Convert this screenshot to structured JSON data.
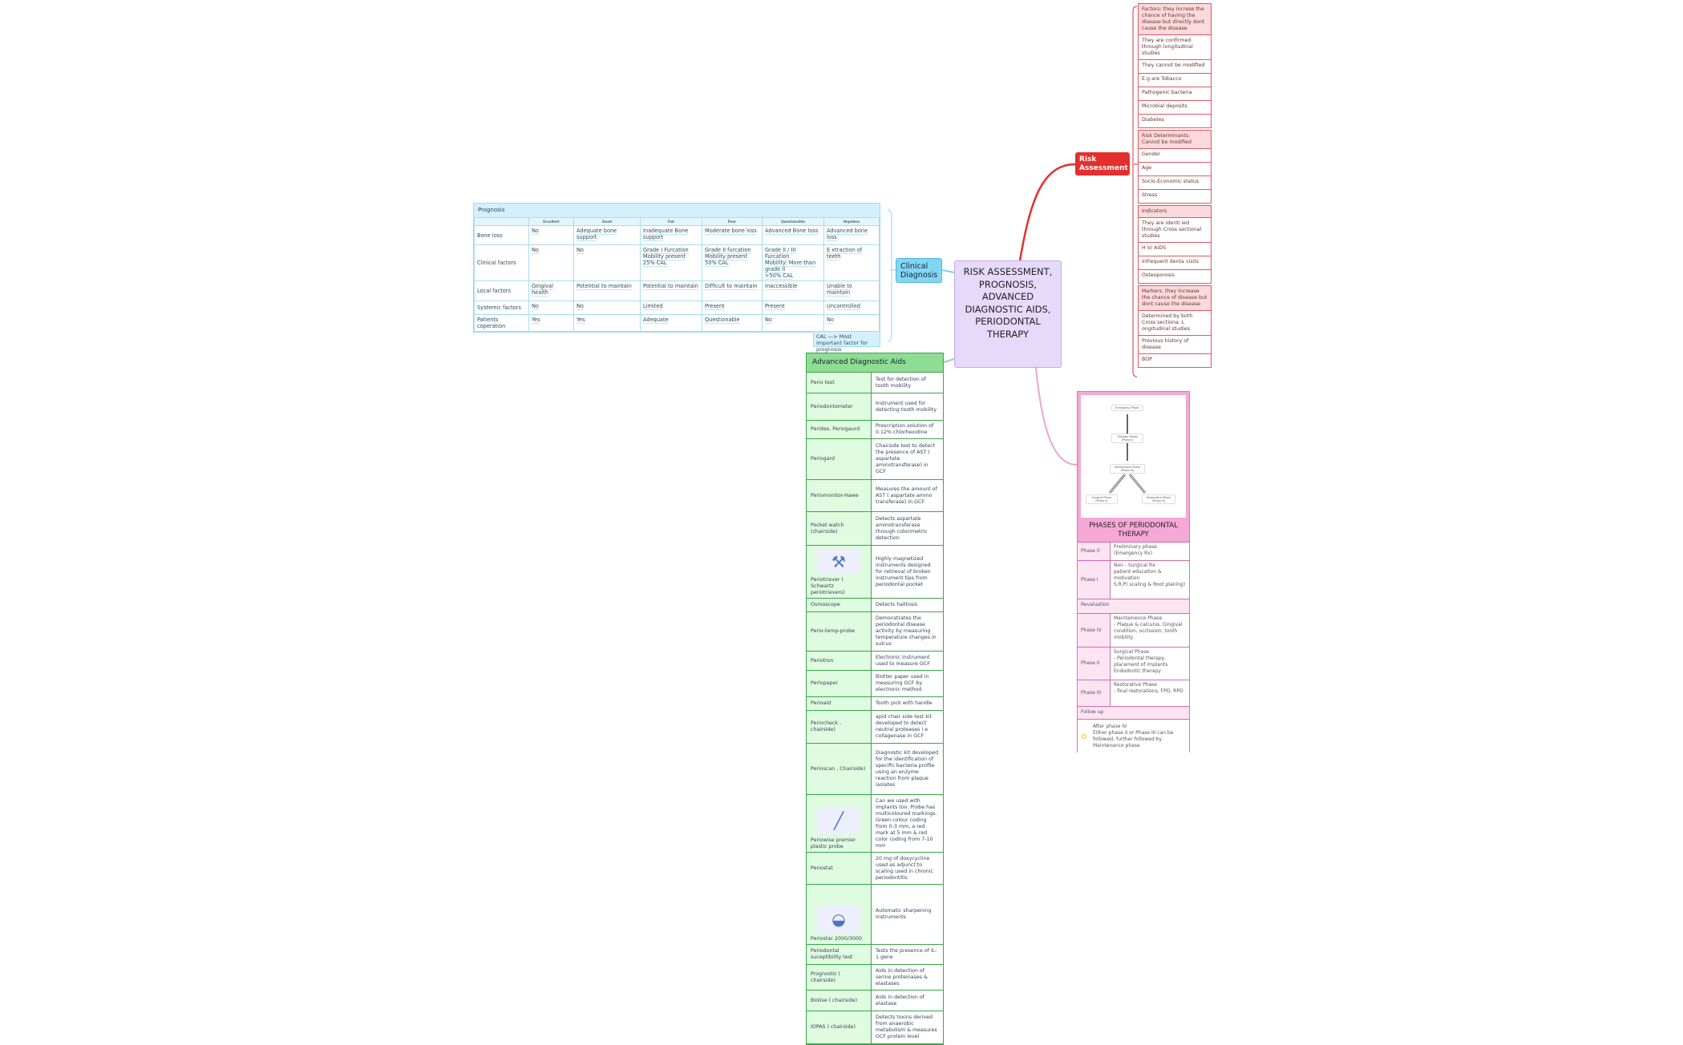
{
  "central": {
    "title": "RISK ASSESSMENT, PROGNOSIS, ADVANCED DIAGNOSTIC AIDS, PERIODONTAL THERAPY"
  },
  "clinical": {
    "label": "Clinical Diagnosis"
  },
  "prognosis": {
    "title": "Prognosis",
    "columns": [
      "",
      "Excellent",
      "Good",
      "Fair",
      "Poor",
      "Questionable",
      "Hopeless"
    ],
    "rows": [
      {
        "label": "Bone loss",
        "cells": [
          "No",
          "Adequate bone support",
          "Inadequate Bone support",
          "Moderate bone loss",
          "Advanced Bone loss",
          "Advanced bone loss"
        ]
      },
      {
        "label": "Clinical factors",
        "cells": [
          "No",
          "No",
          "Grade I Furcation\nMobility present\n25% CAL",
          "Grade II furcation\nMobility present\n50% CAL",
          "Grade II / III Furcation\nMobility: More than grade II\n>50% CAL",
          "E xtraction of teeth"
        ]
      },
      {
        "label": "Local factors",
        "cells": [
          "Gingival health",
          "Potential to maintain",
          "Potential to maintain",
          "Difficult to maintain",
          "Inaccessible",
          "Unable to maintain"
        ]
      },
      {
        "label": "Systemic factors",
        "cells": [
          "No",
          "No",
          "Limited",
          "Present",
          "Present",
          "Uncontrolled"
        ]
      },
      {
        "label": "Patients coperation",
        "cells": [
          "Yes",
          "Yes",
          "Adequate",
          "Questionable",
          "No",
          "No"
        ]
      }
    ],
    "note": "CAL —> Most important factor for prognosis"
  },
  "advanced": {
    "title": "Advanced Diagnostic Aids",
    "rows": [
      {
        "name": "Perio test",
        "desc": "Test for detection of tooth mobility"
      },
      {
        "name": "Periodontometer",
        "desc": "Instrument used for detecting tooth mobility"
      },
      {
        "name": "Peridex, Periogaurd",
        "desc": "Prescription solution of 0.12% chlorhexidine"
      },
      {
        "name": "Periogard",
        "desc": "Chairside test to detect the presence of AST ( aspartate aminotransferase) in GCF"
      },
      {
        "name": "Periomonitor-Hawe",
        "desc": "Measures the amount of AST ( aspartate amino transferase) in GCF"
      },
      {
        "name": "Pocket watch (chairside)",
        "desc": "Detects aspartate aminotransferase through colorimetric detection"
      },
      {
        "name": "Periotriever ( Schwartz periotrievers)",
        "desc": "Highly magnetized instruments designed for retrieval of broken instrument tips from periodontal pocket",
        "image": "periotriever"
      },
      {
        "name": "Osmoscope",
        "desc": "Detects halitosis"
      },
      {
        "name": "Perio-temp-probe",
        "desc": "Demonstrates the periodontal disease activity by measuring temperature changes in sulcus"
      },
      {
        "name": "Periotron",
        "desc": "Electronic instrument used to measure GCF"
      },
      {
        "name": "Periopaper",
        "desc": "Blotter paper used in measuring GCF by electronic method"
      },
      {
        "name": "Perioaid",
        "desc": "Tooth pick with handle"
      },
      {
        "name": "Periocheck , chairside)",
        "desc": " apid chair side test kit developed to detect neutral proteases i e collagenase in GCF"
      },
      {
        "name": "Perioscan , Chairside)",
        "desc": "Diagnostic kit developed for the identification of specific bacteria profile using an enzyme reaction from plaque isolates"
      },
      {
        "name": "Periowise premier plastic probe",
        "desc": "Can we used with implants too. Probe has multicoloured markings. Green colour coding from 0-3 mm, a red mark at 5 mm & red color coding from 7-10 mm",
        "image": "probe"
      },
      {
        "name": "Periostat",
        "desc": "20 mg of doxycycline used as adjunct to scaling used in chronic periodontitis"
      },
      {
        "name": "Periostar 2000/3000",
        "desc": "Automatic sharpening instruments",
        "image": "sharpener"
      },
      {
        "name": "Periodontal suceptibility test",
        "desc": "Tests the presence of IL-1 gene"
      },
      {
        "name": "Prognostic ( chairside)",
        "desc": "Aids in detection of serine proteinases & elastases"
      },
      {
        "name": "Biolise ( chairside)",
        "desc": "Aids in detection of elastase"
      },
      {
        "name": "IOPAS ( chairside)",
        "desc": "Detects toxins derived from anaerobic metabolism & measures GCF protein level"
      }
    ]
  },
  "risk": {
    "label": "Risk Assessment",
    "groups": [
      {
        "header": "Factors: they increse the chance of having the disease but directly dont cause the disease",
        "items": [
          "They are confirmed through longitudinal studies",
          "They cannot be modified",
          "E.g are Tobacco",
          "Pathogenic bacteria",
          "Microbial deposits",
          "Diabetes"
        ]
      },
      {
        "header": "Risk Determinants: Cannot be modified",
        "items": [
          "Gender",
          "Age",
          "Socio-Economic status",
          "Stress"
        ]
      },
      {
        "header": "Indicators",
        "items": [
          "They are identi ied through Cross sectional studies",
          "H V/ AIDS",
          "Infrequent denta  visits",
          "Osteoporosis"
        ]
      },
      {
        "header": "Markers. they increase the chance of disease but dont cause the disease",
        "items": [
          "Determined by both Cross sectiona. L ongitudinal studies",
          "Previous history of disease",
          "BOP"
        ]
      }
    ]
  },
  "phases": {
    "title": "PHASES OF PERIODONTAL THERAPY",
    "flow": [
      "Emergency Phase",
      "Etiologic Phase (Phase I)",
      "Maintenance Phase (Phase IV)",
      "Surgical Phase (Phase II)",
      "Restorative Phase (Phase III)"
    ],
    "rows": [
      {
        "k": "Phase 0",
        "v": "Preliminary phase\n(Emergency Rx)"
      },
      {
        "k": "Phase I",
        "v": "Non - Surgical Rx\npatient education & motivation\nS.R.P( scaling & Root planing)"
      },
      {
        "full": "Revaluation"
      },
      {
        "k": "Phase IV",
        "v": "Maintainence Phase\n- Plaque & calculus, Gingival condition, occlusion, tooth mobility"
      },
      {
        "k": "Phase II",
        "v": "Surgical Phase\n- Periodontal therapy, placement of implants Endodontic therapy"
      },
      {
        "k": "Phase III",
        "v": "Restorative Phase\n- final restorations, FPD, RPD"
      },
      {
        "full": "Follow up"
      }
    ],
    "note": "After phase IV\nEither phase II or Phase III can be followed, further followed by Maintenance phase"
  },
  "colors": {
    "risk": "#e3302f",
    "clinical": "#82d6f4",
    "advanced": "#8fdc95",
    "phases": "#f6a8d6",
    "central": "#e6dafb"
  }
}
